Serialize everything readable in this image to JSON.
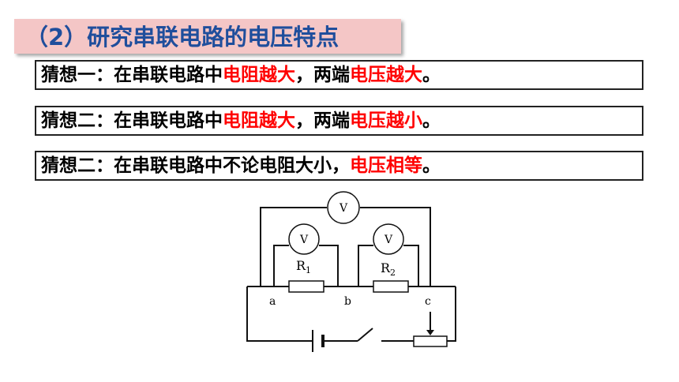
{
  "title": "（2）研究串联电路的电压特点",
  "hypotheses": [
    {
      "p1": "猜想一：在串联电路中",
      "p2": "电阻越大",
      "p3": "，两端",
      "p4": "电压越大",
      "p5": "。"
    },
    {
      "p1": "猜想二：在串联电路中",
      "p2": "电阻越大",
      "p3": "，两端",
      "p4": "电压越小",
      "p5": "。"
    },
    {
      "p1": "猜想二：在串联电路中不论电阻大小，",
      "p2": "电压相等",
      "p3": "。"
    }
  ],
  "circuit": {
    "meter_top": "V",
    "meter_left": "V",
    "meter_right": "V",
    "r1": "R",
    "r1_sub": "1",
    "r2": "R",
    "r2_sub": "2",
    "node_a": "a",
    "node_b": "b",
    "node_c": "c"
  },
  "colors": {
    "title": "#1f4e9c",
    "title_bg": "#f4c6c6",
    "highlight": "#ff0000"
  }
}
